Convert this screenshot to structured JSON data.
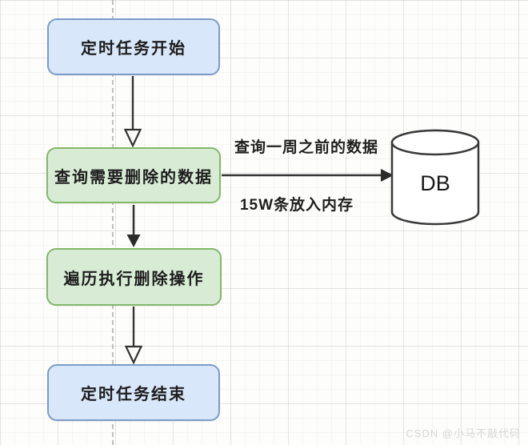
{
  "nodes": [
    {
      "id": "start",
      "label": "定时任务开始",
      "shape": "rounded-rect",
      "style": "blue"
    },
    {
      "id": "query",
      "label": "查询需要删除的数据",
      "shape": "rounded-rect",
      "style": "green"
    },
    {
      "id": "delete",
      "label": "遍历执行删除操作",
      "shape": "rounded-rect",
      "style": "green"
    },
    {
      "id": "end",
      "label": "定时任务结束",
      "shape": "rounded-rect",
      "style": "blue"
    }
  ],
  "database": {
    "label": "DB",
    "shape": "cylinder"
  },
  "edges": {
    "start_to_query": {
      "from": "start",
      "to": "query",
      "arrowhead": "hollow"
    },
    "query_to_delete": {
      "from": "query",
      "to": "delete",
      "arrowhead": "filled"
    },
    "delete_to_end": {
      "from": "delete",
      "to": "end",
      "arrowhead": "hollow"
    },
    "query_to_db": {
      "from": "query",
      "to": "database",
      "arrowhead": "filled",
      "label_above": "查询一周之前的数据",
      "label_below": "15W条放入内存"
    }
  },
  "colors": {
    "blue_fill": "#d9e7fa",
    "blue_border": "#7d9bc8",
    "green_fill": "#d8ecd5",
    "green_border": "#84b76a",
    "line_color": "#333333",
    "grid_dash": "#ababab"
  },
  "watermark": {
    "text": "CSDN @小马不敲代码"
  }
}
